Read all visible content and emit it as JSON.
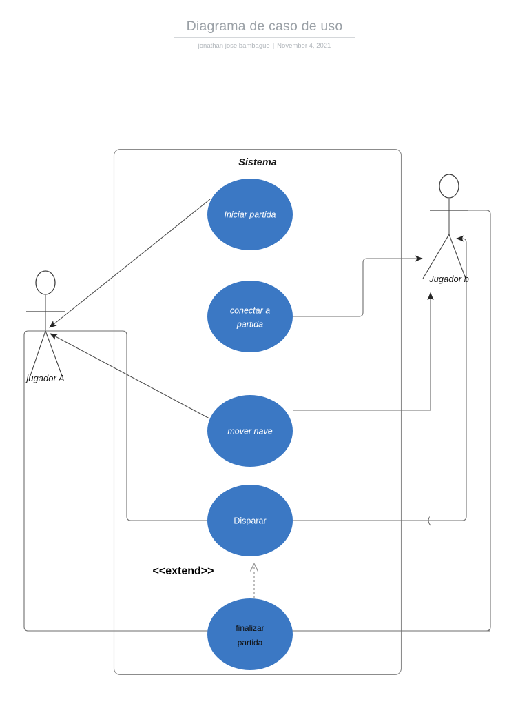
{
  "header": {
    "title": "Diagrama de caso de uso",
    "author": "jonathan jose bambague",
    "separator": "|",
    "date": "November 4, 2021"
  },
  "diagram": {
    "type": "uml-use-case",
    "boundary": {
      "name": "Sistema",
      "label": "Sistema"
    },
    "actors": [
      {
        "id": "jugador-a",
        "label": "jugador A",
        "side": "left"
      },
      {
        "id": "jugador-b",
        "label": "Jugador b",
        "side": "right"
      }
    ],
    "use_cases": [
      {
        "id": "iniciar-partida",
        "label": "Iniciar partida",
        "style": "italic-white"
      },
      {
        "id": "conectar-a-partida",
        "label_line1": "conectar a",
        "label_line2": "partida",
        "style": "italic-white"
      },
      {
        "id": "mover-nave",
        "label": "mover nave",
        "style": "italic-white"
      },
      {
        "id": "disparar",
        "label": "Disparar",
        "style": "plain-white"
      },
      {
        "id": "finalizar-partida",
        "label_line1": "finalizar",
        "label_line2": "partida",
        "style": "plain-dark"
      }
    ],
    "relationships": [
      {
        "from": "jugador-a",
        "to": "iniciar-partida",
        "kind": "association"
      },
      {
        "from": "jugador-a",
        "to": "conectar-a-partida",
        "kind": "association"
      },
      {
        "from": "jugador-a",
        "to": "mover-nave",
        "kind": "association"
      },
      {
        "from": "jugador-a",
        "to": "disparar",
        "kind": "association"
      },
      {
        "from": "jugador-a",
        "to": "finalizar-partida",
        "kind": "association"
      },
      {
        "from": "jugador-b",
        "to": "conectar-a-partida",
        "kind": "association"
      },
      {
        "from": "jugador-b",
        "to": "mover-nave",
        "kind": "association"
      },
      {
        "from": "jugador-b",
        "to": "disparar",
        "kind": "association"
      },
      {
        "from": "jugador-b",
        "to": "finalizar-partida",
        "kind": "association"
      },
      {
        "from": "finalizar-partida",
        "to": "disparar",
        "kind": "extend",
        "label": "<<extend>>"
      }
    ],
    "extend_label": "<<extend>>",
    "colors": {
      "use_case_fill": "#3b78c4",
      "stroke": "#595959",
      "actor_stroke": "#404040",
      "title_text": "#9aa0a6",
      "subtitle_text": "#b2b7bc",
      "label_white": "#ffffff",
      "label_dark": "#111111"
    }
  }
}
